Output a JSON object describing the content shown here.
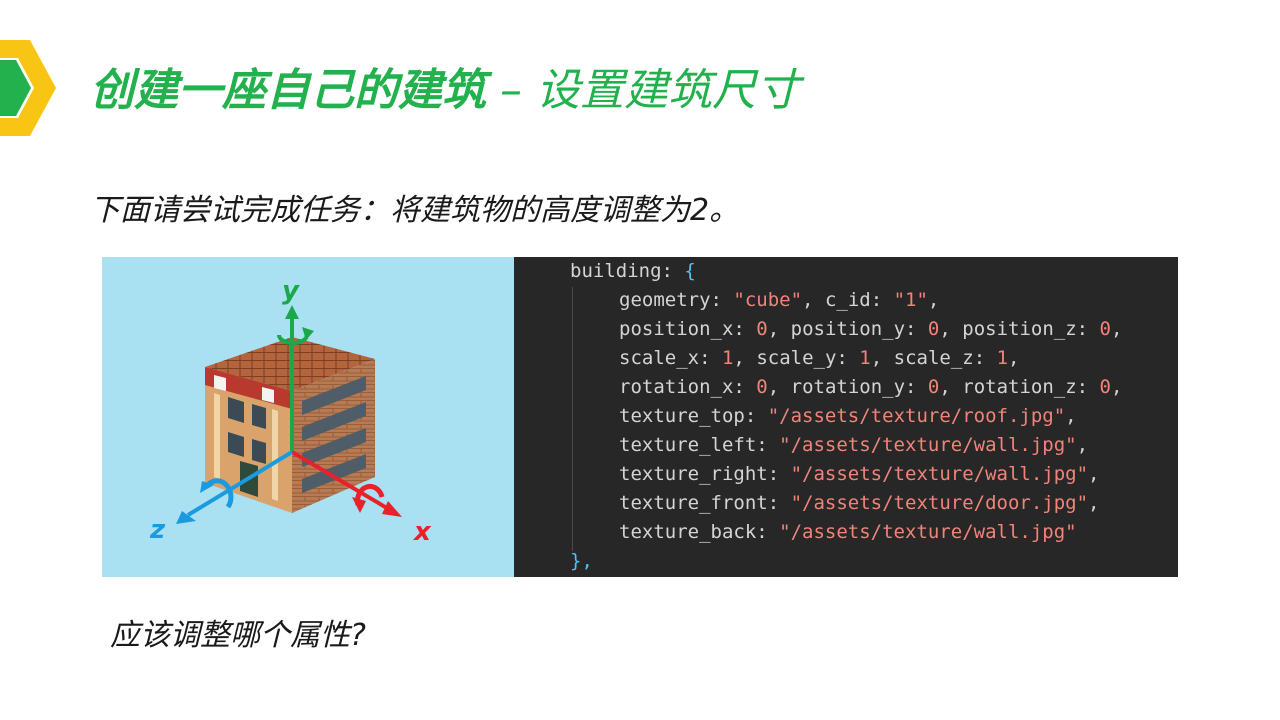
{
  "header": {
    "title_bold": "创建一座自己的建筑",
    "title_rest": " – 设置建筑尺寸",
    "accent_green": "#22b14c",
    "badge_yellow": "#f9c515"
  },
  "task_text": "下面请尝试完成任务：将建筑物的高度调整为2。",
  "question_text": "应该调整哪个属性?",
  "illustration": {
    "axis_y_label": "y",
    "axis_x_label": "x",
    "axis_z_label": "z",
    "axis_y_color": "#1aa84a",
    "axis_x_color": "#e8212b",
    "axis_z_color": "#1a9be0",
    "background": "#a9e1f2"
  },
  "code": {
    "background": "#272727",
    "line0": {
      "key": "building",
      "brace": "{"
    },
    "line1": {
      "k1": "geometry",
      "v1": "\"cube\"",
      "k2": "c_id",
      "v2": "\"1\""
    },
    "line2": {
      "k1": "position_x",
      "v1": "0",
      "k2": "position_y",
      "v2": "0",
      "k3": "position_z",
      "v3": "0"
    },
    "line3": {
      "k1": "scale_x",
      "v1": "1",
      "k2": "scale_y",
      "v2": "1",
      "k3": "scale_z",
      "v3": "1"
    },
    "line4": {
      "k1": "rotation_x",
      "v1": "0",
      "k2": "rotation_y",
      "v2": "0",
      "k3": "rotation_z",
      "v3": "0"
    },
    "line5": {
      "key": "texture_top",
      "value": "\"/assets/texture/roof.jpg\""
    },
    "line6": {
      "key": "texture_left",
      "value": "\"/assets/texture/wall.jpg\""
    },
    "line7": {
      "key": "texture_right",
      "value": "\"/assets/texture/wall.jpg\""
    },
    "line8": {
      "key": "texture_front",
      "value": "\"/assets/texture/door.jpg\""
    },
    "line9": {
      "key": "texture_back",
      "value": "\"/assets/texture/wall.jpg\""
    },
    "line10": {
      "close": "},"
    }
  }
}
